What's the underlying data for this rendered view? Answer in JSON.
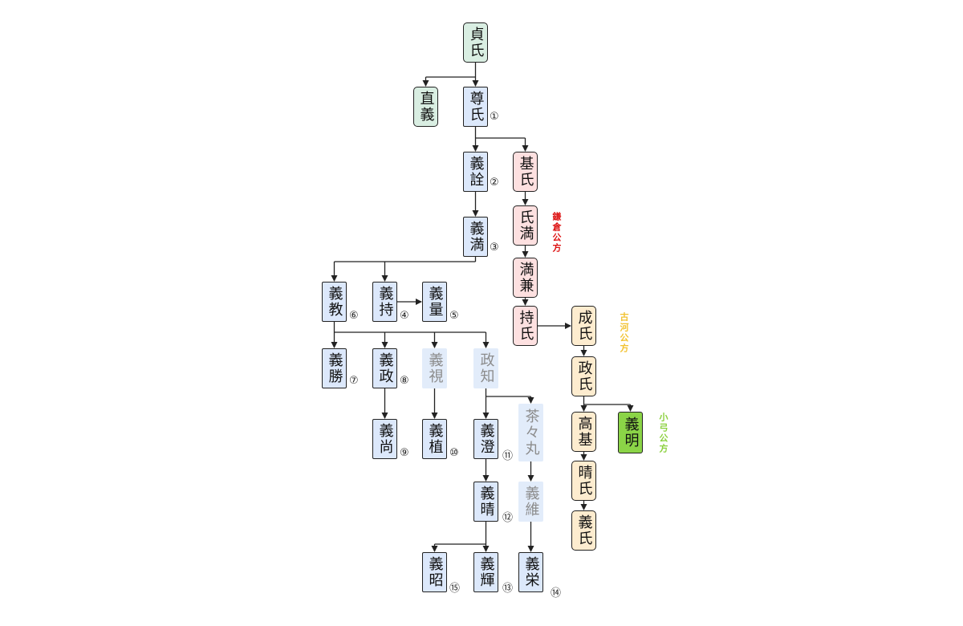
{
  "nodes": {
    "sadauji": "貞氏",
    "tadayoshi": "直義",
    "takauji": "尊氏",
    "yoshiakira": "義詮",
    "yoshimitsu": "義満",
    "yoshinori": "義教",
    "yoshimochi": "義持",
    "yoshikazu": "義量",
    "yoshikatsu": "義勝",
    "yoshimasa": "義政",
    "yoshimi": "義視",
    "masatomo": "政知",
    "yoshihisa": "義尚",
    "yoshitane": "義植",
    "yoshizumi": "義澄",
    "chachamaru": "茶々丸",
    "yoshiharu": "義晴",
    "yoshitsuna": "義維",
    "yoshiaki": "義昭",
    "yoshiteru": "義輝",
    "yoshihide": "義栄",
    "motouji": "基氏",
    "ujimitsu": "氏満",
    "mitsukane": "満兼",
    "mochiuji": "持氏",
    "shigeuji": "成氏",
    "masauji": "政氏",
    "takamoto": "高基",
    "yoshiaki_oyumi": "義明",
    "haruuji": "晴氏",
    "yoshiuji": "義氏"
  },
  "numbers": {
    "takauji": "①",
    "yoshiakira": "②",
    "yoshimitsu": "③",
    "yoshimochi": "④",
    "yoshikazu": "⑤",
    "yoshinori": "⑥",
    "yoshikatsu": "⑦",
    "yoshimasa": "⑧",
    "yoshihisa": "⑨",
    "yoshitane": "⑩",
    "yoshizumi": "⑪",
    "yoshiharu": "⑫",
    "yoshiteru": "⑬",
    "yoshihide": "⑭",
    "yoshiaki": "⑮"
  },
  "factions": {
    "kamakura": "鎌倉公方",
    "koga": "古河公方",
    "oyumi": "小弓公方"
  },
  "colors": {
    "ashikaga_fill": "#dce8fb",
    "root_fill": "#d9eee2",
    "kamakura_fill": "#fde0e0",
    "kamakura_label": "#dd1111",
    "koga_fill": "#fdeccf",
    "koga_label": "#f2c230",
    "oyumi_fill": "#8bd447",
    "oyumi_label": "#8ad03c",
    "faded_text": "#8c8c8c",
    "line": "#222222"
  }
}
